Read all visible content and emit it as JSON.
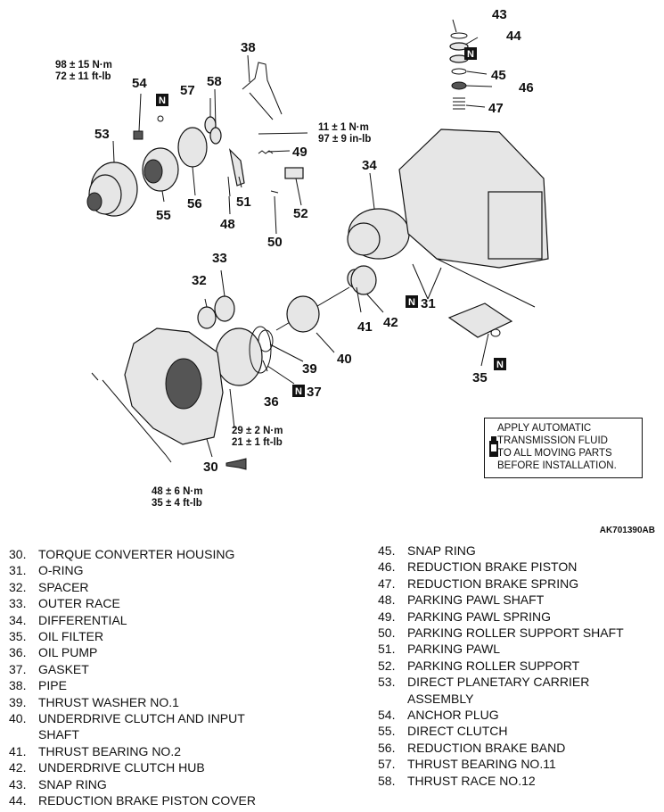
{
  "callouts": {
    "c30": "30",
    "c31": "31",
    "c32": "32",
    "c33": "33",
    "c34": "34",
    "c35": "35",
    "c36": "36",
    "c37": "37",
    "c38": "38",
    "c39": "39",
    "c40": "40",
    "c41": "41",
    "c42": "42",
    "c43": "43",
    "c44": "44",
    "c45": "45",
    "c46": "46",
    "c47": "47",
    "c48": "48",
    "c49": "49",
    "c50": "50",
    "c51": "51",
    "c52": "52",
    "c53": "53",
    "c54": "54",
    "c55": "55",
    "c56": "56",
    "c57": "57",
    "c58": "58"
  },
  "n_marker": "N",
  "torques": {
    "t54_nm": "98 ± 15 N·m",
    "t54_ftlb": "72 ± 11 ft-lb",
    "t38_nm": "11 ± 1 N·m",
    "t38_inlb": "97 ± 9 in-lb",
    "t29_nm": "29 ± 2 N·m",
    "t29_ftlb": "21 ± 1 ft-lb",
    "t48_nm": "48 ± 6 N·m",
    "t48_ftlb": "35 ± 4 ft-lb"
  },
  "note": "APPLY AUTOMATIC\nTRANSMISSION FLUID\nTO ALL MOVING PARTS\nBEFORE INSTALLATION.",
  "figure_id": "AK701390AB",
  "parts_left": [
    {
      "num": "30.",
      "name": "TORQUE CONVERTER HOUSING"
    },
    {
      "num": "31.",
      "name": "O-RING"
    },
    {
      "num": "32.",
      "name": "SPACER"
    },
    {
      "num": "33.",
      "name": "OUTER RACE"
    },
    {
      "num": "34.",
      "name": "DIFFERENTIAL"
    },
    {
      "num": "35.",
      "name": "OIL FILTER"
    },
    {
      "num": "36.",
      "name": "OIL PUMP"
    },
    {
      "num": "37.",
      "name": "GASKET"
    },
    {
      "num": "38.",
      "name": "PIPE"
    },
    {
      "num": "39.",
      "name": "THRUST WASHER NO.1"
    },
    {
      "num": "40.",
      "name": "UNDERDRIVE CLUTCH AND INPUT"
    },
    {
      "num": "",
      "name": "SHAFT"
    },
    {
      "num": "41.",
      "name": "THRUST BEARING NO.2"
    },
    {
      "num": "42.",
      "name": "UNDERDRIVE CLUTCH HUB"
    },
    {
      "num": "43.",
      "name": "SNAP RING"
    },
    {
      "num": "44.",
      "name": "REDUCTION BRAKE PISTON COVER"
    }
  ],
  "parts_right": [
    {
      "num": "45.",
      "name": "SNAP RING"
    },
    {
      "num": "46.",
      "name": "REDUCTION BRAKE PISTON"
    },
    {
      "num": "47.",
      "name": "REDUCTION BRAKE SPRING"
    },
    {
      "num": "48.",
      "name": "PARKING PAWL SHAFT"
    },
    {
      "num": "49.",
      "name": "PARKING PAWL SPRING"
    },
    {
      "num": "50.",
      "name": "PARKING ROLLER SUPPORT SHAFT"
    },
    {
      "num": "51.",
      "name": "PARKING PAWL"
    },
    {
      "num": "52.",
      "name": "PARKING ROLLER SUPPORT"
    },
    {
      "num": "53.",
      "name": "DIRECT PLANETARY CARRIER"
    },
    {
      "num": "",
      "name": "ASSEMBLY"
    },
    {
      "num": "54.",
      "name": "ANCHOR PLUG"
    },
    {
      "num": "55.",
      "name": "DIRECT CLUTCH"
    },
    {
      "num": "56.",
      "name": "REDUCTION BRAKE BAND"
    },
    {
      "num": "57.",
      "name": "THRUST BEARING NO.11"
    },
    {
      "num": "58.",
      "name": "THRUST RACE NO.12"
    }
  ]
}
